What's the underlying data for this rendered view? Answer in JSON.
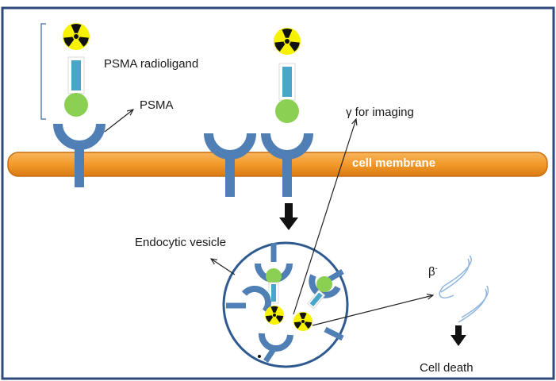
{
  "labels": {
    "radioligand": "PSMA radioligand",
    "psma": "PSMA",
    "gamma": "γ for imaging",
    "membrane": "cell membrane",
    "vesicle": "Endocytic vesicle",
    "beta_symbol": "β",
    "beta_sup": "-",
    "cell_death": "Cell death"
  },
  "icons": [
    "radiation-icon",
    "receptor-icon",
    "down-arrow-icon",
    "beta-wave-icon"
  ],
  "colors": {
    "frame": "#2e4a7a",
    "membrane": "#f39a2a",
    "membrane_edge": "#c96f10",
    "receptor": "#4f7fb5",
    "ligand_ball": "#8bd052",
    "linker": "#4aa6c8",
    "radiation_bg": "#f7f200",
    "radiation_symbol": "#111111",
    "vesicle": "#2e5a8f",
    "beta_wave": "#8fb6dd"
  }
}
